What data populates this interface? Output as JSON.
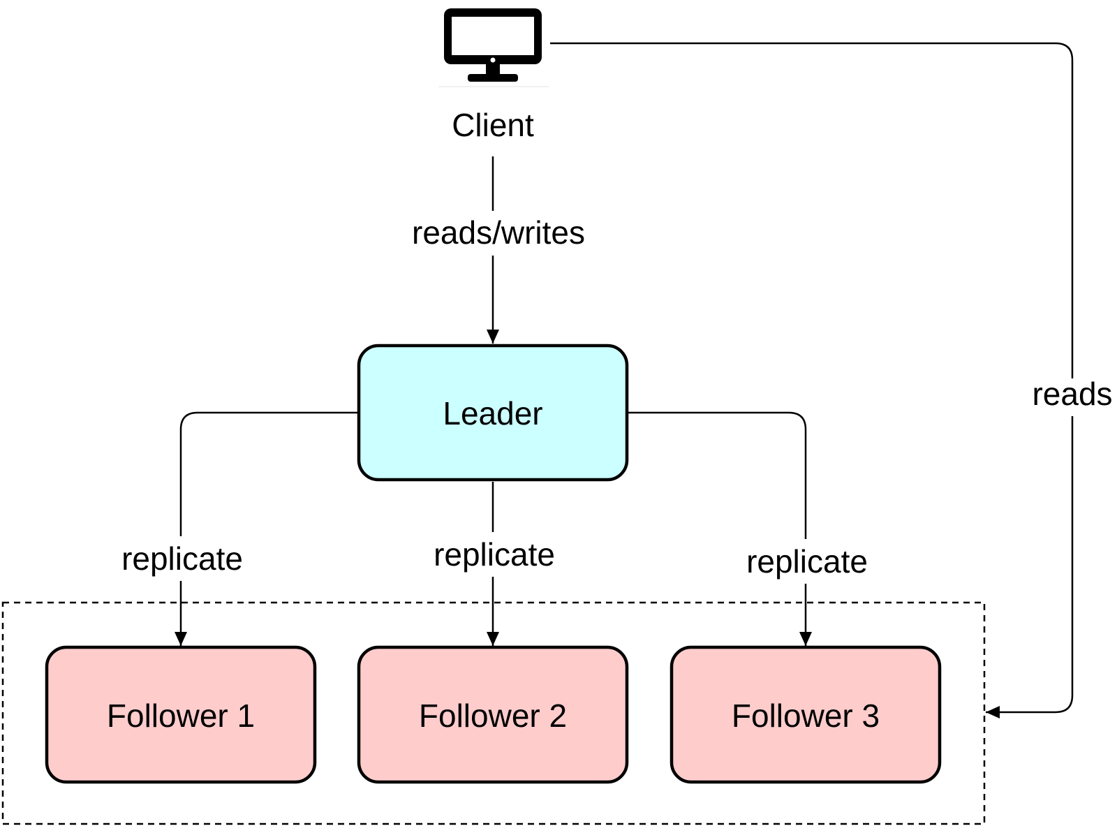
{
  "client": {
    "label": "Client",
    "icon": "desktop-monitor-icon"
  },
  "leader": {
    "label": "Leader",
    "fill": "#ccffff"
  },
  "followers": [
    {
      "label": "Follower 1"
    },
    {
      "label": "Follower 2"
    },
    {
      "label": "Follower 3"
    }
  ],
  "follower_fill": "#ffcccc",
  "edges": {
    "client_to_leader": "reads/writes",
    "client_to_followers": "reads",
    "replicate_1": "replicate",
    "replicate_2": "replicate",
    "replicate_3": "replicate"
  }
}
